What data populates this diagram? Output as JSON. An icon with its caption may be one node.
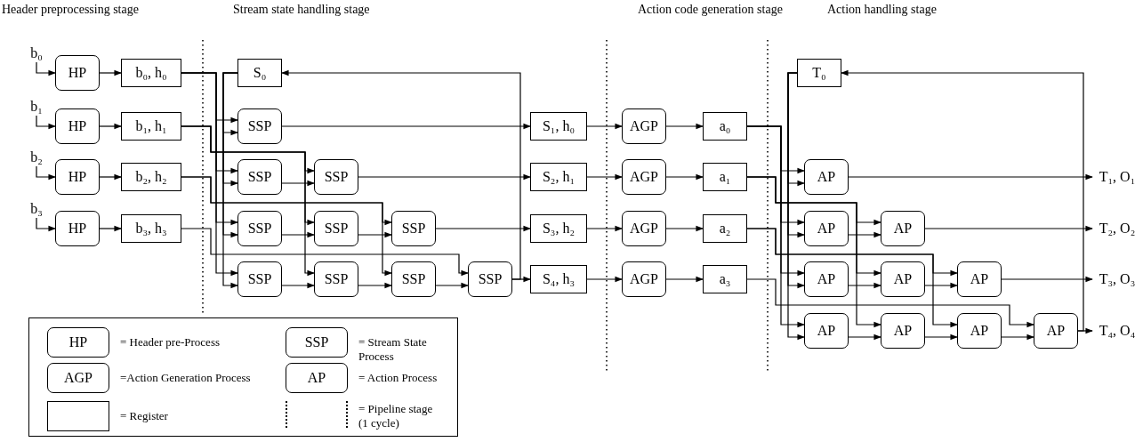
{
  "diagram": {
    "nodes": [
      {
        "text": [
          "b₀"
        ]
      },
      {
        "text": [
          "HP"
        ]
      },
      {
        "text": [
          "b₀, h₀"
        ]
      },
      {
        "text": [
          "b₁"
        ]
      },
      {
        "text": [
          "HP"
        ]
      },
      {
        "text": [
          "b₁, h₁"
        ]
      },
      {
        "text": [
          "b₂"
        ]
      },
      {
        "text": [
          "HP"
        ]
      },
      {
        "text": [
          "b₂, h₂"
        ]
      },
      {
        "text": [
          "b₃"
        ]
      },
      {
        "text": [
          "HP"
        ]
      },
      {
        "text": [
          "b₃, h₃"
        ]
      },
      {
        "text": [
          "S₀"
        ]
      },
      {
        "text": [
          "SSP"
        ]
      },
      {
        "text": [
          "SSP"
        ]
      },
      {
        "text": [
          "SSP"
        ]
      },
      {
        "text": [
          "SSP"
        ]
      },
      {
        "text": [
          "SSP"
        ]
      },
      {
        "text": [
          "SSP"
        ]
      },
      {
        "text": [
          "SSP"
        ]
      },
      {
        "text": [
          "SSP"
        ]
      },
      {
        "text": [
          "SSP"
        ]
      },
      {
        "text": [
          "SSP"
        ]
      },
      {
        "text": [
          "S₁, h₀"
        ]
      },
      {
        "text": [
          "S₂, h₁"
        ]
      },
      {
        "text": [
          "S₃, h₂"
        ]
      },
      {
        "text": [
          "S₄, h₃"
        ]
      },
      {
        "text": [
          "AGP"
        ]
      },
      {
        "text": [
          "AGP"
        ]
      },
      {
        "text": [
          "AGP"
        ]
      },
      {
        "text": [
          "AGP"
        ]
      },
      {
        "text": [
          "a₀"
        ]
      },
      {
        "text": [
          "a₁"
        ]
      },
      {
        "text": [
          "a₂"
        ]
      },
      {
        "text": [
          "a₃"
        ]
      },
      {
        "text": [
          "T₀"
        ]
      },
      {
        "text": [
          "AP"
        ]
      },
      {
        "text": [
          "AP"
        ]
      },
      {
        "text": [
          "AP"
        ]
      },
      {
        "text": [
          "AP"
        ]
      },
      {
        "text": [
          "AP"
        ]
      },
      {
        "text": [
          "AP"
        ]
      },
      {
        "text": [
          "AP"
        ]
      },
      {
        "text": [
          "AP"
        ]
      },
      {
        "text": [
          "AP"
        ]
      },
      {
        "text": [
          "AP"
        ]
      },
      {
        "text": [
          "T₁, O₁"
        ]
      },
      {
        "text": [
          "T₂, O₂"
        ]
      },
      {
        "text": [
          "T₃, O₃"
        ]
      },
      {
        "text": [
          "T₄, O₄"
        ]
      }
    ],
    "edges": [
      {
        "from": 0,
        "to": 1,
        "arrow": "to"
      },
      {
        "from": 1,
        "to": 2,
        "arrow": "to"
      },
      {
        "from": 3,
        "to": 4,
        "arrow": "to"
      },
      {
        "from": 4,
        "to": 5,
        "arrow": "to"
      },
      {
        "from": 6,
        "to": 7,
        "arrow": "to"
      },
      {
        "from": 7,
        "to": 8,
        "arrow": "to"
      },
      {
        "from": 9,
        "to": 10,
        "arrow": "to"
      },
      {
        "from": 10,
        "to": 11,
        "arrow": "to"
      },
      {
        "from": 2,
        "to": 13,
        "arrow": "to"
      },
      {
        "from": 12,
        "to": 13,
        "arrow": "to"
      },
      {
        "from": 2,
        "to": 14,
        "arrow": "to"
      },
      {
        "from": 12,
        "to": 14,
        "arrow": "to"
      },
      {
        "from": 2,
        "to": 16,
        "arrow": "to"
      },
      {
        "from": 12,
        "to": 16,
        "arrow": "to"
      },
      {
        "from": 2,
        "to": 19,
        "arrow": "to"
      },
      {
        "from": 12,
        "to": 19,
        "arrow": "to"
      },
      {
        "from": 5,
        "to": 15,
        "arrow": "to"
      },
      {
        "from": 14,
        "to": 15,
        "arrow": "to"
      },
      {
        "from": 5,
        "to": 17,
        "arrow": "to"
      },
      {
        "from": 16,
        "to": 17,
        "arrow": "to"
      },
      {
        "from": 5,
        "to": 20,
        "arrow": "to"
      },
      {
        "from": 19,
        "to": 20,
        "arrow": "to"
      },
      {
        "from": 8,
        "to": 18,
        "arrow": "to"
      },
      {
        "from": 17,
        "to": 18,
        "arrow": "to"
      },
      {
        "from": 8,
        "to": 21,
        "arrow": "to"
      },
      {
        "from": 20,
        "to": 21,
        "arrow": "to"
      },
      {
        "from": 11,
        "to": 22,
        "arrow": "to"
      },
      {
        "from": 21,
        "to": 22,
        "arrow": "to"
      },
      {
        "from": 13,
        "to": 23,
        "arrow": "to"
      },
      {
        "from": 15,
        "to": 24,
        "arrow": "to"
      },
      {
        "from": 18,
        "to": 25,
        "arrow": "to"
      },
      {
        "from": 22,
        "to": 26,
        "arrow": "to"
      },
      {
        "from": 22,
        "to": 12,
        "arrow": "to"
      },
      {
        "from": 23,
        "to": 27,
        "arrow": "to"
      },
      {
        "from": 27,
        "to": 31,
        "arrow": "to"
      },
      {
        "from": 24,
        "to": 28,
        "arrow": "to"
      },
      {
        "from": 28,
        "to": 32,
        "arrow": "to"
      },
      {
        "from": 25,
        "to": 29,
        "arrow": "to"
      },
      {
        "from": 29,
        "to": 33,
        "arrow": "to"
      },
      {
        "from": 26,
        "to": 30,
        "arrow": "to"
      },
      {
        "from": 30,
        "to": 34,
        "arrow": "to"
      },
      {
        "from": 31,
        "to": 36,
        "arrow": "to"
      },
      {
        "from": 35,
        "to": 36,
        "arrow": "to"
      },
      {
        "from": 31,
        "to": 37,
        "arrow": "to"
      },
      {
        "from": 35,
        "to": 37,
        "arrow": "to"
      },
      {
        "from": 31,
        "to": 39,
        "arrow": "to"
      },
      {
        "from": 35,
        "to": 39,
        "arrow": "to"
      },
      {
        "from": 31,
        "to": 42,
        "arrow": "to"
      },
      {
        "from": 35,
        "to": 42,
        "arrow": "to"
      },
      {
        "from": 32,
        "to": 38,
        "arrow": "to"
      },
      {
        "from": 37,
        "to": 38,
        "arrow": "to"
      },
      {
        "from": 32,
        "to": 40,
        "arrow": "to"
      },
      {
        "from": 39,
        "to": 40,
        "arrow": "to"
      },
      {
        "from": 32,
        "to": 43,
        "arrow": "to"
      },
      {
        "from": 42,
        "to": 43,
        "arrow": "to"
      },
      {
        "from": 33,
        "to": 41,
        "arrow": "to"
      },
      {
        "from": 40,
        "to": 41,
        "arrow": "to"
      },
      {
        "from": 33,
        "to": 44,
        "arrow": "to"
      },
      {
        "from": 43,
        "to": 44,
        "arrow": "to"
      },
      {
        "from": 34,
        "to": 45,
        "arrow": "to"
      },
      {
        "from": 44,
        "to": 45,
        "arrow": "to"
      },
      {
        "from": 36,
        "to": 46,
        "arrow": "to"
      },
      {
        "from": 38,
        "to": 47,
        "arrow": "to"
      },
      {
        "from": 41,
        "to": 48,
        "arrow": "to"
      },
      {
        "from": 45,
        "to": 49,
        "arrow": "to"
      },
      {
        "from": 45,
        "to": 35,
        "arrow": "to"
      }
    ],
    "labels": [
      "Header preprocessing stage",
      "Stream state handling stage",
      "Action code generation stage",
      "Action handling stage",
      "HP",
      "SSP",
      "AGP",
      "AP"
    ],
    "legend": [
      {
        "text": "= Header pre-Process"
      },
      {
        "text": "= Stream State Process"
      },
      {
        "text": "=Action Generation Process"
      },
      {
        "text": "= Action Process"
      },
      {
        "text": "= Register"
      },
      {
        "text": "= Pipeline stage (1 cycle)"
      }
    ]
  }
}
